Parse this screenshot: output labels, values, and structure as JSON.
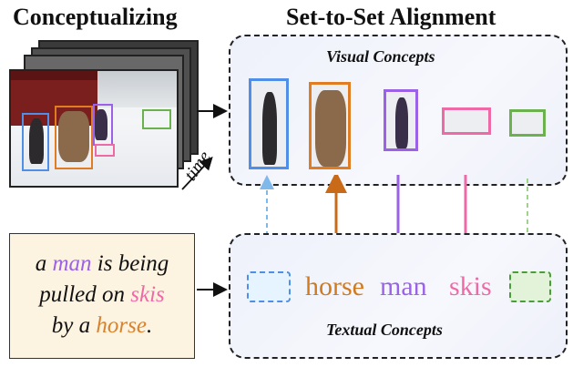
{
  "titles": {
    "left": "Conceptualizing",
    "right": "Set-to-Set Alignment"
  },
  "time_label": "time",
  "visual_panel": {
    "label": "Visual Concepts"
  },
  "textual_panel": {
    "label": "Textual Concepts",
    "words": [
      {
        "text": "",
        "color": "#7fb8ea",
        "empty": true
      },
      {
        "text": "horse",
        "color": "#d07a1f"
      },
      {
        "text": "man",
        "color": "#9b62e8"
      },
      {
        "text": "skis",
        "color": "#ee6aa7"
      },
      {
        "text": "",
        "color": "#6bb24f",
        "empty": true
      }
    ]
  },
  "caption": {
    "parts": [
      {
        "text": "a ",
        "role": "plain"
      },
      {
        "text": "man",
        "role": "man"
      },
      {
        "text": " is being",
        "role": "plain"
      },
      {
        "text": "pulled on ",
        "role": "plain"
      },
      {
        "text": "skis",
        "role": "skis"
      },
      {
        "text": "by a ",
        "role": "plain"
      },
      {
        "text": "horse",
        "role": "horse"
      },
      {
        "text": ".",
        "role": "plain"
      }
    ]
  },
  "colors": {
    "person_box": "#4f8fe8",
    "horse_box": "#e07d22",
    "man_box": "#9b62e8",
    "skis_box": "#ee6aa7",
    "sign_box": "#6bb24f",
    "light_blue": "#7fb8ea",
    "light_green": "#9fd28a"
  }
}
